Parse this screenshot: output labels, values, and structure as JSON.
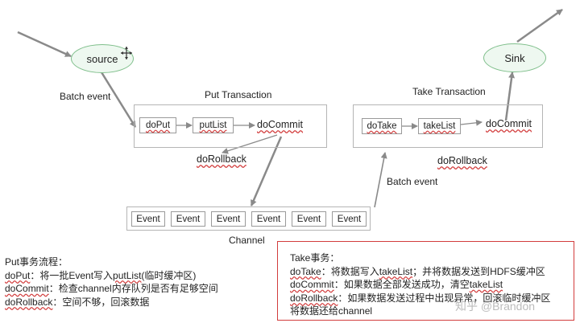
{
  "diagram": {
    "source_label": "source",
    "sink_label": "Sink",
    "put_title": "Put Transaction",
    "take_title": "Take Transaction",
    "batch_event_left": "Batch event",
    "batch_event_right": "Batch event",
    "put_steps": [
      "doPut",
      "putList",
      "doCommit"
    ],
    "put_rollback": "doRollback",
    "take_steps": [
      "doTake",
      "takeList",
      "doCommit"
    ],
    "take_rollback": "doRollback",
    "channel_label": "Channel",
    "events": [
      "Event",
      "Event",
      "Event",
      "Event",
      "Event",
      "Event"
    ]
  },
  "put_notes": {
    "title": "Put事务流程：",
    "line1_key": "doPut",
    "line1_text": "：将一批Event写入",
    "line1_key2": "putList",
    "line1_tail": "(临时缓冲区)",
    "line2_key": "doCommit",
    "line2_text": "：检查channel内存队列是否有足够空间",
    "line3_key": "doRollback",
    "line3_text": "：空间不够，回滚数据"
  },
  "take_notes": {
    "title": "Take事务：",
    "line1_key": "doTake",
    "line1_text": "：将数据写入",
    "line1_key2": "takeList",
    "line1_tail": "；并将数据发送到HDFS缓冲区",
    "line2_key": "doCommit",
    "line2_text": "：如果数据全部发送成功，清空",
    "line2_key2": "takeList",
    "line3_key": "doRollback",
    "line3_text": "：如果数据发送过程中出现异常，回滚临时缓冲区",
    "line4_text": "将数据还给channel"
  },
  "watermark": "知乎 @Brandon",
  "colors": {
    "arrow": "#8a8a8a",
    "oval_border": "#7fbf8b",
    "oval_fill": "#eef8f0",
    "red": "#d23c3c"
  }
}
